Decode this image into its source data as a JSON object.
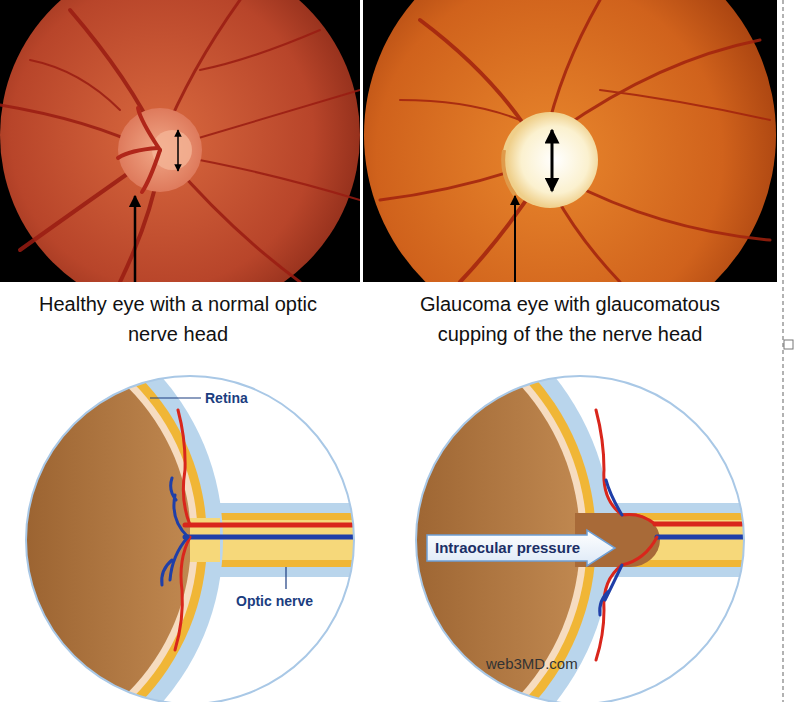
{
  "diagram": {
    "nodes": [
      {
        "text": [
          "Intraocular pressure"
        ]
      }
    ],
    "labels": [
      "Healthy eye with a normal optic nerve head",
      "Glaucoma eye with glaucomatous cupping of the the nerve head",
      "Retina",
      "Optic nerve",
      "web3MD.com"
    ]
  }
}
